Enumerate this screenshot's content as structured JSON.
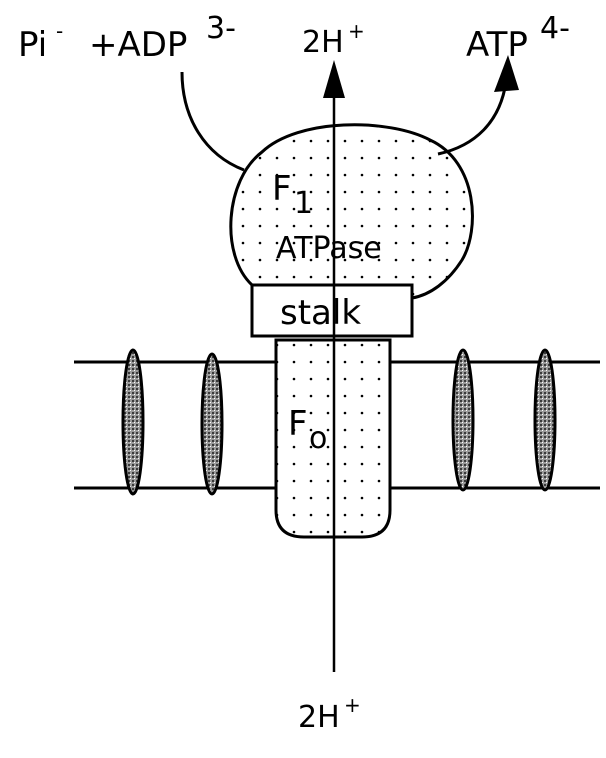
{
  "labels": {
    "reactant_main": "Pi",
    "reactant_main_sup": "-",
    "reactant_second": "+ADP",
    "reactant_second_sup": "3-",
    "proton_top": "2H",
    "proton_top_sup": "+",
    "product_main": "ATP",
    "product_sup": "4-",
    "f1_letter": "F",
    "f1_sub": "1",
    "f1_name": "ATPase",
    "stalk": "stalk",
    "fo_letter": "F",
    "fo_sub": "o",
    "proton_bottom": "2H",
    "proton_bottom_sup": "+"
  },
  "colors": {
    "ink": "#000000",
    "background": "#ffffff",
    "protein_fill": "#7a7a7a"
  }
}
